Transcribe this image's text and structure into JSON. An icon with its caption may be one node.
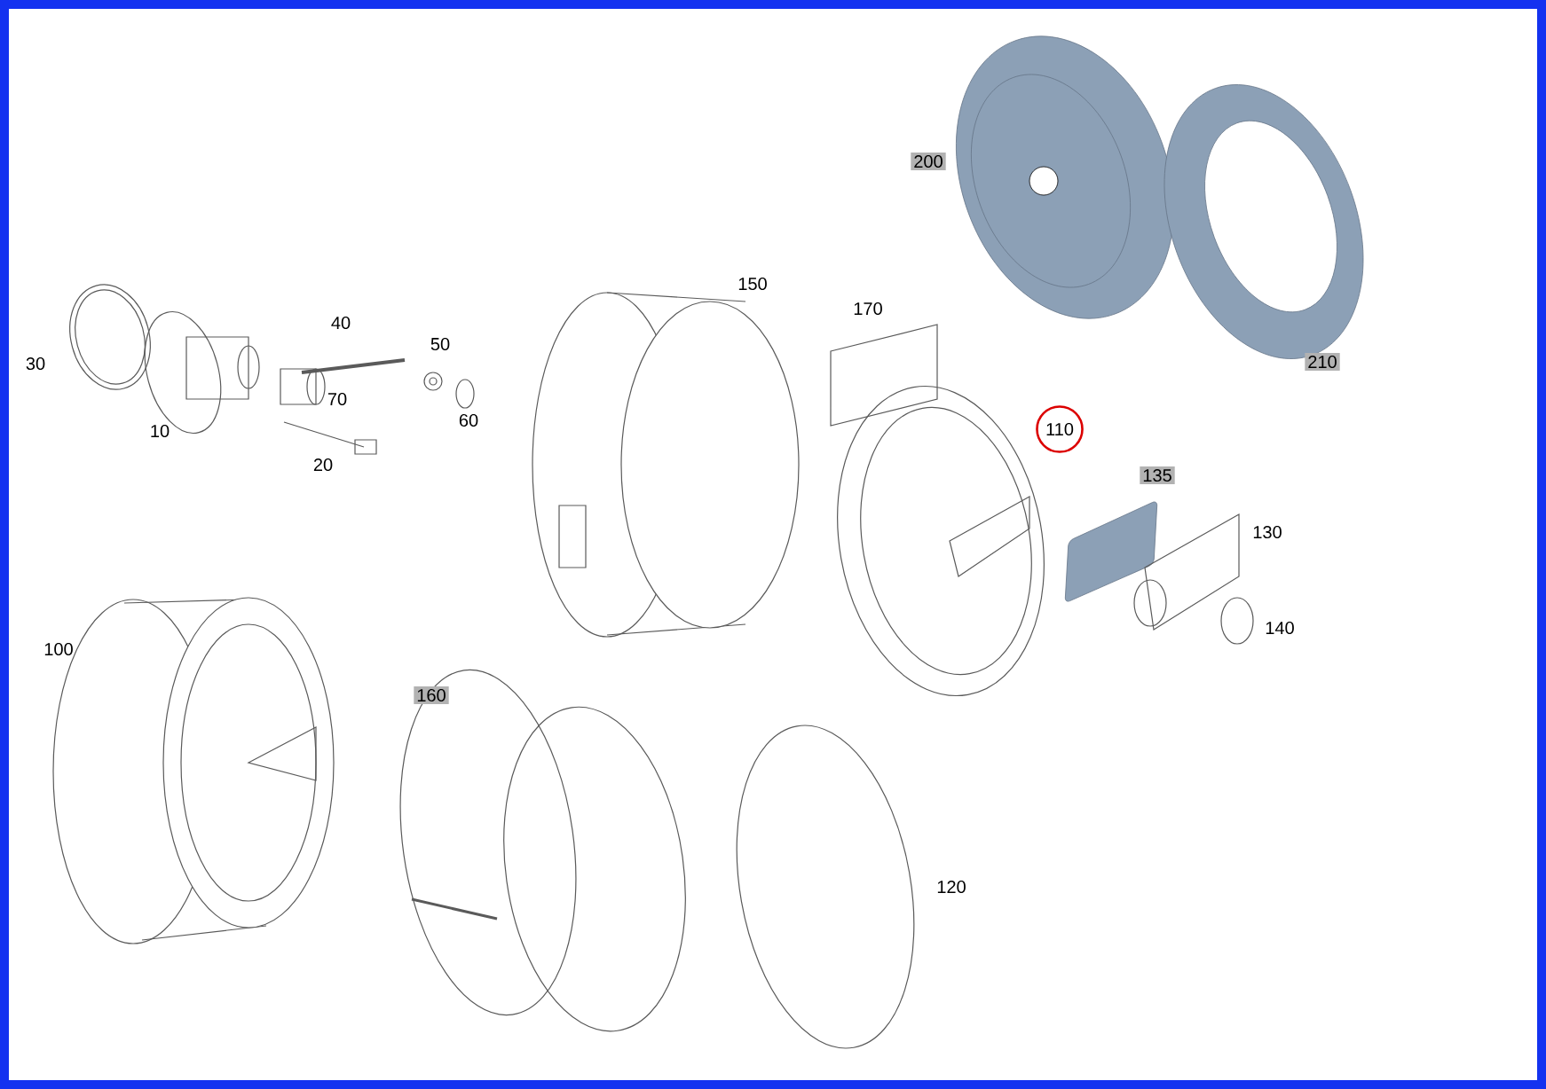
{
  "diagram": {
    "labels": [
      "200",
      "150",
      "170",
      "40",
      "50",
      "210",
      "30",
      "70",
      "60",
      "110",
      "10",
      "20",
      "135",
      "130",
      "140",
      "100",
      "160",
      "120"
    ]
  }
}
